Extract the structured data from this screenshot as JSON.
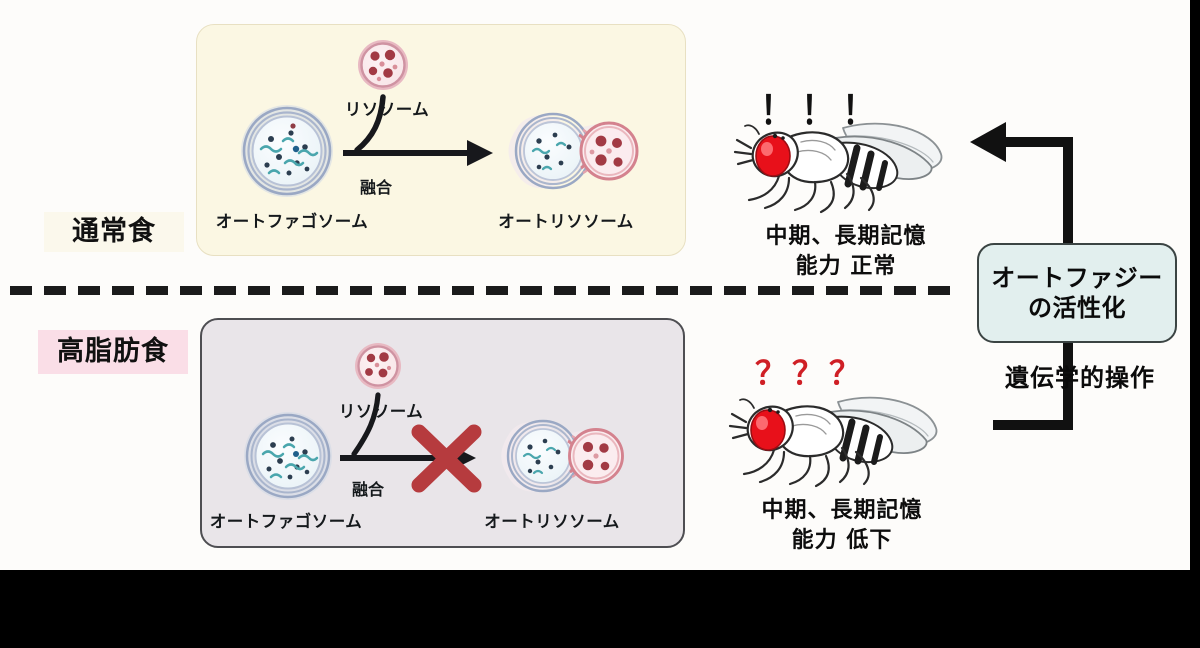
{
  "diagram": {
    "title_hidden": "",
    "diet_normal_label": "通常食",
    "diet_highfat_label": "高脂肪食",
    "colors": {
      "panel_normal_bg": "#FBF7E3",
      "panel_highfat_bg": "#E9E5E9",
      "diet_normal_bg": "#FBF8EC",
      "diet_highfat_bg": "#FADEE7",
      "activation_box_bg": "#E2EFEE",
      "activation_box_border": "#3B4443",
      "red_x": "#B63B3E",
      "fly_eye": "#E8101A",
      "question_marks": "#CF1F25",
      "lysosome_membrane": "#C98A9C",
      "autophagosome_membrane": "#9AA8C4",
      "letterbox": "#000000"
    }
  },
  "panel_normal": {
    "lysosome_label": "リソソーム",
    "autophagosome_label": "オートファゴソーム",
    "autolysosome_label": "オートリソソーム",
    "fusion_label": "融合",
    "blocked": false
  },
  "panel_highfat": {
    "lysosome_label": "リソソーム",
    "autophagosome_label": "オートファゴソーム",
    "autolysosome_label": "オートリソソーム",
    "fusion_label": "融合",
    "blocked": true
  },
  "fly_normal": {
    "marks": "！！！",
    "caption_line1": "中期、長期記憶",
    "caption_line2": "能力 正常"
  },
  "fly_highfat": {
    "marks": "？？？",
    "caption_line1": "中期、長期記憶",
    "caption_line2": "能力 低下"
  },
  "intervention": {
    "box_line1": "オートファジー",
    "box_line2": "の活性化",
    "arrow_label": "遺伝学的操作"
  }
}
